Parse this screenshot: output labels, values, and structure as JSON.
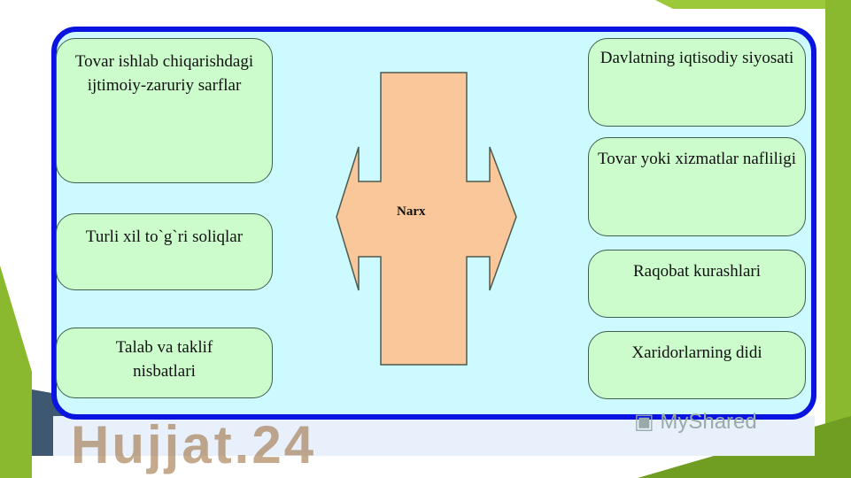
{
  "diagram": {
    "center_label": "Narx",
    "left_factors": [
      "Tovar ishlab chiqarishdagi ijtimoiy-zaruriy sarflar",
      "Turli xil to`g`ri soliqlar",
      "Talab va taklif nisbatlari"
    ],
    "right_factors": [
      "Davlatning iqtisodiy siyosati",
      "Tovar yoki xizmatlar nafliligi",
      "Raqobat kurashlari",
      "Xaridorlarning didi"
    ]
  },
  "watermark": "Hujjat.24",
  "source_logo": "MyShared",
  "colors": {
    "frame": "#0a14e0",
    "panel": "#ccfaff",
    "box": "#ccfccc",
    "arrow": "#f9c79a",
    "accent_green": "#8ab82e"
  }
}
